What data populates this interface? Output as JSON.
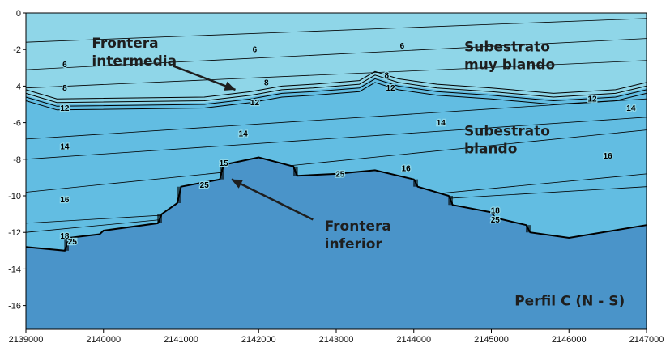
{
  "chart_data": {
    "type": "area",
    "title": "",
    "xlabel": "",
    "ylabel": "",
    "xlim": [
      2139000,
      2147000
    ],
    "ylim": [
      -17.3,
      0
    ],
    "x_ticks": [
      2139000,
      2140000,
      2141000,
      2142000,
      2143000,
      2144000,
      2145000,
      2146000,
      2147000
    ],
    "y_ticks": [
      0,
      -2,
      -4,
      -6,
      -8,
      -10,
      -12,
      -14,
      -16
    ],
    "grid": false,
    "colors": {
      "zone_very_soft": "#8fd6e8",
      "zone_soft": "#62bde2",
      "zone_lower": "#4a94c9",
      "contour": "#000000",
      "boundary": "#000000"
    },
    "zones": [
      {
        "name": "Subestrato muy blando",
        "color": "#8fd6e8"
      },
      {
        "name": "Subestrato blando",
        "color": "#62bde2"
      }
    ],
    "intermediate_boundary": {
      "x": [
        2139000,
        2139400,
        2141300,
        2141900,
        2142300,
        2142700,
        2143300,
        2143500,
        2143800,
        2144300,
        2145000,
        2145800,
        2146600,
        2147000
      ],
      "y": [
        -4.5,
        -5.0,
        -4.9,
        -4.6,
        -4.3,
        -4.2,
        -4.0,
        -3.5,
        -3.9,
        -4.2,
        -4.4,
        -4.7,
        -4.5,
        -4.1
      ]
    },
    "lower_boundary": {
      "x": [
        2139000,
        2139500,
        2139550,
        2139950,
        2140000,
        2140700,
        2140750,
        2140950,
        2141000,
        2141500,
        2141550,
        2142000,
        2142450,
        2142500,
        2143000,
        2143500,
        2144000,
        2144050,
        2144450,
        2144500,
        2145000,
        2145050,
        2145450,
        2145500,
        2146000,
        2147000
      ],
      "y": [
        -12.8,
        -13.0,
        -12.3,
        -12.1,
        -11.9,
        -11.5,
        -11.0,
        -10.4,
        -9.5,
        -9.1,
        -8.3,
        -7.9,
        -8.4,
        -8.9,
        -8.8,
        -8.6,
        -9.1,
        -9.5,
        -10.0,
        -10.5,
        -10.9,
        -11.2,
        -11.6,
        -12.0,
        -12.3,
        -11.6
      ]
    },
    "contours": [
      {
        "label": "6",
        "x": [
          2139000,
          2147000
        ],
        "y": [
          -1.6,
          -0.3
        ]
      },
      {
        "label": "6",
        "x": [
          2139000,
          2147000
        ],
        "y": [
          -3.1,
          -1.4
        ]
      },
      {
        "label": "8",
        "x": [
          2139000,
          2147000
        ],
        "y": [
          -4.1,
          -2.6
        ]
      },
      {
        "label": "14",
        "x": [
          2139000,
          2147000
        ],
        "y": [
          -6.9,
          -4.7
        ]
      },
      {
        "label": "14",
        "x": [
          2139000,
          2147000
        ],
        "y": [
          -8.0,
          -5.7
        ]
      },
      {
        "label": "16",
        "x": [
          2139000,
          2147000
        ],
        "y": [
          -9.8,
          -6.4
        ]
      },
      {
        "label": "16",
        "x": [
          2139000,
          2147000
        ],
        "y": [
          -12.0,
          -8.8
        ]
      },
      {
        "label": "18",
        "x": [
          2139000,
          2147000
        ],
        "y": [
          -11.5,
          -9.5
        ]
      }
    ],
    "contour_labels": [
      {
        "text": "6",
        "x": 2139500,
        "y": -2.8
      },
      {
        "text": "6",
        "x": 2141950,
        "y": -2.0
      },
      {
        "text": "6",
        "x": 2143850,
        "y": -1.8
      },
      {
        "text": "8",
        "x": 2139500,
        "y": -4.1
      },
      {
        "text": "8",
        "x": 2142100,
        "y": -3.8
      },
      {
        "text": "8",
        "x": 2143650,
        "y": -3.4
      },
      {
        "text": "12",
        "x": 2139500,
        "y": -5.2
      },
      {
        "text": "12",
        "x": 2141950,
        "y": -4.9
      },
      {
        "text": "12",
        "x": 2143700,
        "y": -4.1
      },
      {
        "text": "12",
        "x": 2146300,
        "y": -4.7
      },
      {
        "text": "14",
        "x": 2139500,
        "y": -7.3
      },
      {
        "text": "14",
        "x": 2141800,
        "y": -6.6
      },
      {
        "text": "14",
        "x": 2144350,
        "y": -6.0
      },
      {
        "text": "14",
        "x": 2146800,
        "y": -5.2
      },
      {
        "text": "16",
        "x": 2139500,
        "y": -10.2
      },
      {
        "text": "16",
        "x": 2143900,
        "y": -8.5
      },
      {
        "text": "16",
        "x": 2146500,
        "y": -7.8
      },
      {
        "text": "18",
        "x": 2139500,
        "y": -12.2
      },
      {
        "text": "18",
        "x": 2145050,
        "y": -10.8
      },
      {
        "text": "25",
        "x": 2139600,
        "y": -12.5
      },
      {
        "text": "25",
        "x": 2141300,
        "y": -9.4
      },
      {
        "text": "15",
        "x": 2141550,
        "y": -8.2
      },
      {
        "text": "25",
        "x": 2143050,
        "y": -8.8
      },
      {
        "text": "25",
        "x": 2145050,
        "y": -11.3
      }
    ],
    "annotations": [
      {
        "lines": [
          "Frontera",
          "intermedia"
        ],
        "x": 2139850,
        "y": -1.9
      },
      {
        "lines": [
          "Subestrato",
          "muy blando"
        ],
        "x": 2144650,
        "y": -2.1
      },
      {
        "lines": [
          "Subestrato",
          "blando"
        ],
        "x": 2144650,
        "y": -6.7
      },
      {
        "lines": [
          "Frontera",
          "inferior"
        ],
        "x": 2142850,
        "y": -11.9
      },
      {
        "lines": [
          "Perfil C (N - S)"
        ],
        "x": 2145300,
        "y": -16.0
      }
    ],
    "arrows": [
      {
        "from": [
          2140900,
          -2.9
        ],
        "to": [
          2141700,
          -4.2
        ]
      },
      {
        "from": [
          2142700,
          -11.3
        ],
        "to": [
          2141650,
          -9.1
        ]
      }
    ]
  }
}
